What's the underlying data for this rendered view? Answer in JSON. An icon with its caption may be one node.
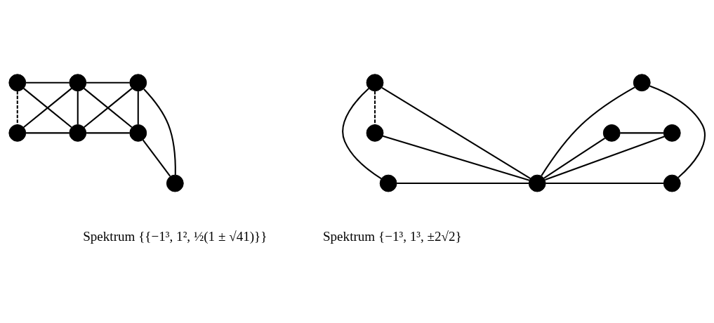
{
  "diagram": {
    "nodes": [
      {
        "text": [],
        "shape": "circle"
      },
      {
        "text": [],
        "shape": "circle"
      },
      {
        "text": [],
        "shape": "circle"
      },
      {
        "text": [],
        "shape": "circle"
      },
      {
        "text": [],
        "shape": "circle"
      },
      {
        "text": [],
        "shape": "circle"
      },
      {
        "text": [],
        "shape": "circle"
      },
      {
        "text": [],
        "shape": "circle"
      },
      {
        "text": [],
        "shape": "circle"
      },
      {
        "text": [],
        "shape": "circle"
      },
      {
        "text": [],
        "shape": "circle"
      },
      {
        "text": [],
        "shape": "circle"
      },
      {
        "text": [],
        "shape": "circle"
      },
      {
        "text": [],
        "shape": "circle"
      },
      {
        "text": [],
        "shape": "circle"
      }
    ],
    "edges": [
      {
        "from": 0,
        "to": 1,
        "arrow": "none"
      },
      {
        "from": 1,
        "to": 2,
        "arrow": "none"
      },
      {
        "from": 0,
        "to": 4,
        "arrow": "none",
        "style": "dashed"
      },
      {
        "from": 0,
        "to": 5,
        "arrow": "none"
      },
      {
        "from": 4,
        "to": 1,
        "arrow": "none"
      },
      {
        "from": 1,
        "to": 5,
        "arrow": "none"
      },
      {
        "from": 1,
        "to": 6,
        "arrow": "none"
      },
      {
        "from": 2,
        "to": 5,
        "arrow": "none"
      },
      {
        "from": 2,
        "to": 6,
        "arrow": "none"
      },
      {
        "from": 2,
        "to": 3,
        "arrow": "none"
      },
      {
        "from": 4,
        "to": 5,
        "arrow": "none"
      },
      {
        "from": 5,
        "to": 6,
        "arrow": "none"
      },
      {
        "from": 6,
        "to": 3,
        "arrow": "none"
      },
      {
        "from": 8,
        "to": 10,
        "arrow": "none"
      },
      {
        "from": 7,
        "to": 8,
        "arrow": "none"
      },
      {
        "from": 7,
        "to": 9,
        "arrow": "none",
        "style": "dashed"
      },
      {
        "from": 7,
        "to": 10,
        "arrow": "none"
      },
      {
        "from": 9,
        "to": 10,
        "arrow": "none"
      },
      {
        "from": 10,
        "to": 11,
        "arrow": "none"
      },
      {
        "from": 11,
        "to": 12,
        "arrow": "none"
      },
      {
        "from": 10,
        "to": 12,
        "arrow": "none"
      },
      {
        "from": 10,
        "to": 13,
        "arrow": "none"
      },
      {
        "from": 13,
        "to": 14,
        "arrow": "none"
      },
      {
        "from": 10,
        "to": 14,
        "arrow": "none"
      }
    ],
    "labels": [
      "Spektrum {{−1³, 1², ½(1 ± √41)}}",
      "Spektrum {−1³, 1³, ±2√2}"
    ]
  }
}
